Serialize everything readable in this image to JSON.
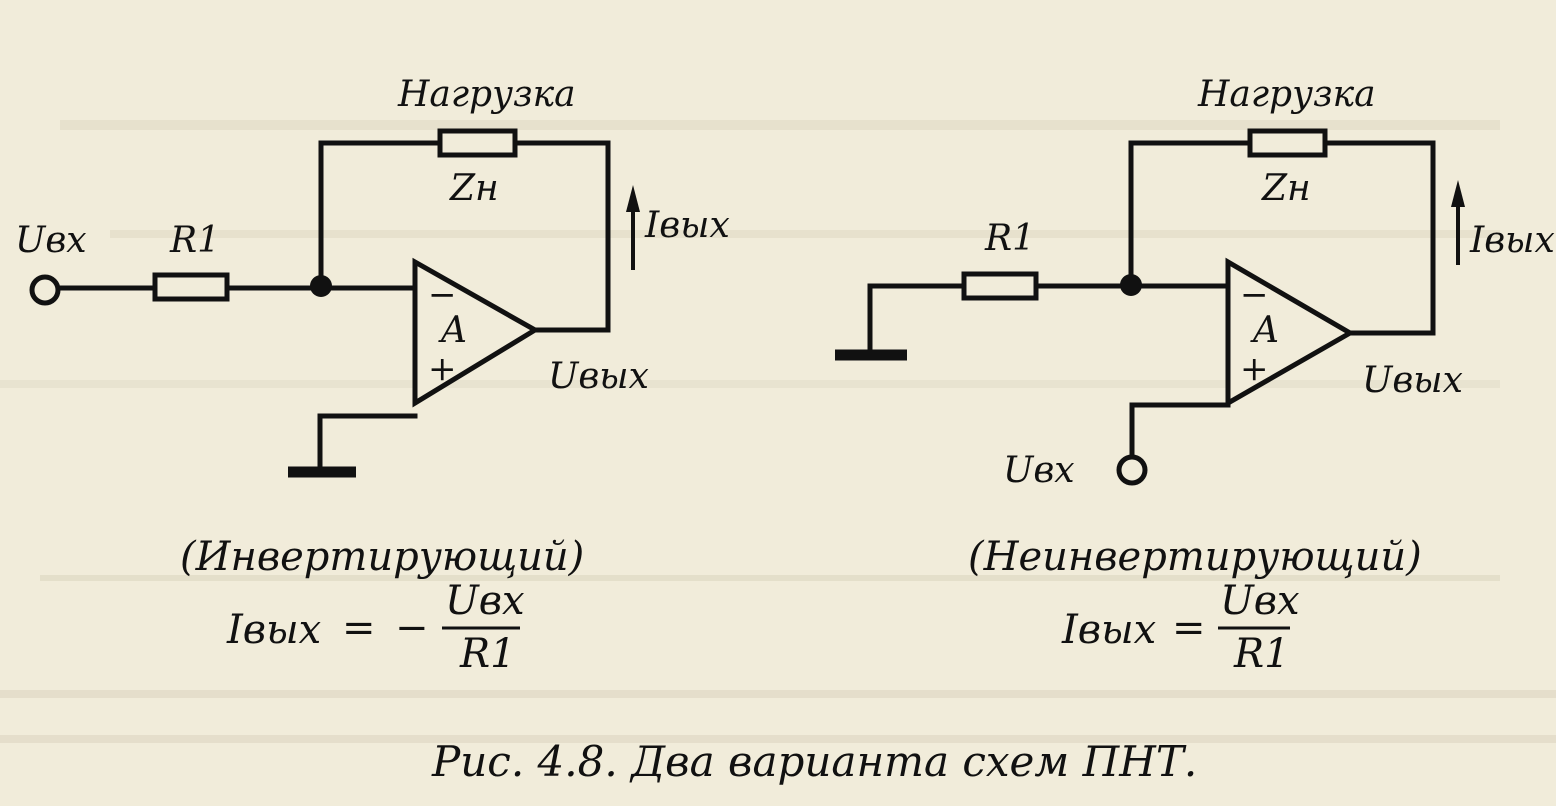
{
  "left": {
    "load_label": "Нагрузка",
    "load_symbol": "Zн",
    "current_label": "Iвых",
    "input_label": "Uвх",
    "resistor_label": "R1",
    "amp_label": "A",
    "minus_sign": "−",
    "plus_sign": "+",
    "output_label": "Uвых",
    "mode_caption": "(Инвертирующий)",
    "formula_lhs": "Iвых",
    "formula_eq": "=",
    "formula_sign": "−",
    "formula_num": "Uвх",
    "formula_den": "R1"
  },
  "right": {
    "load_label": "Нагрузка",
    "load_symbol": "Zн",
    "current_label": "Iвых",
    "resistor_label": "R1",
    "amp_label": "A",
    "minus_sign": "−",
    "plus_sign": "+",
    "output_label": "Uвых",
    "input_label": "Uвх",
    "mode_caption": "(Неинвертирующий)",
    "formula_lhs": "Iвых",
    "formula_eq": "=",
    "formula_num": "Uвх",
    "formula_den": "R1"
  },
  "caption": "Рис. 4.8. Два варианта схем ПНТ."
}
